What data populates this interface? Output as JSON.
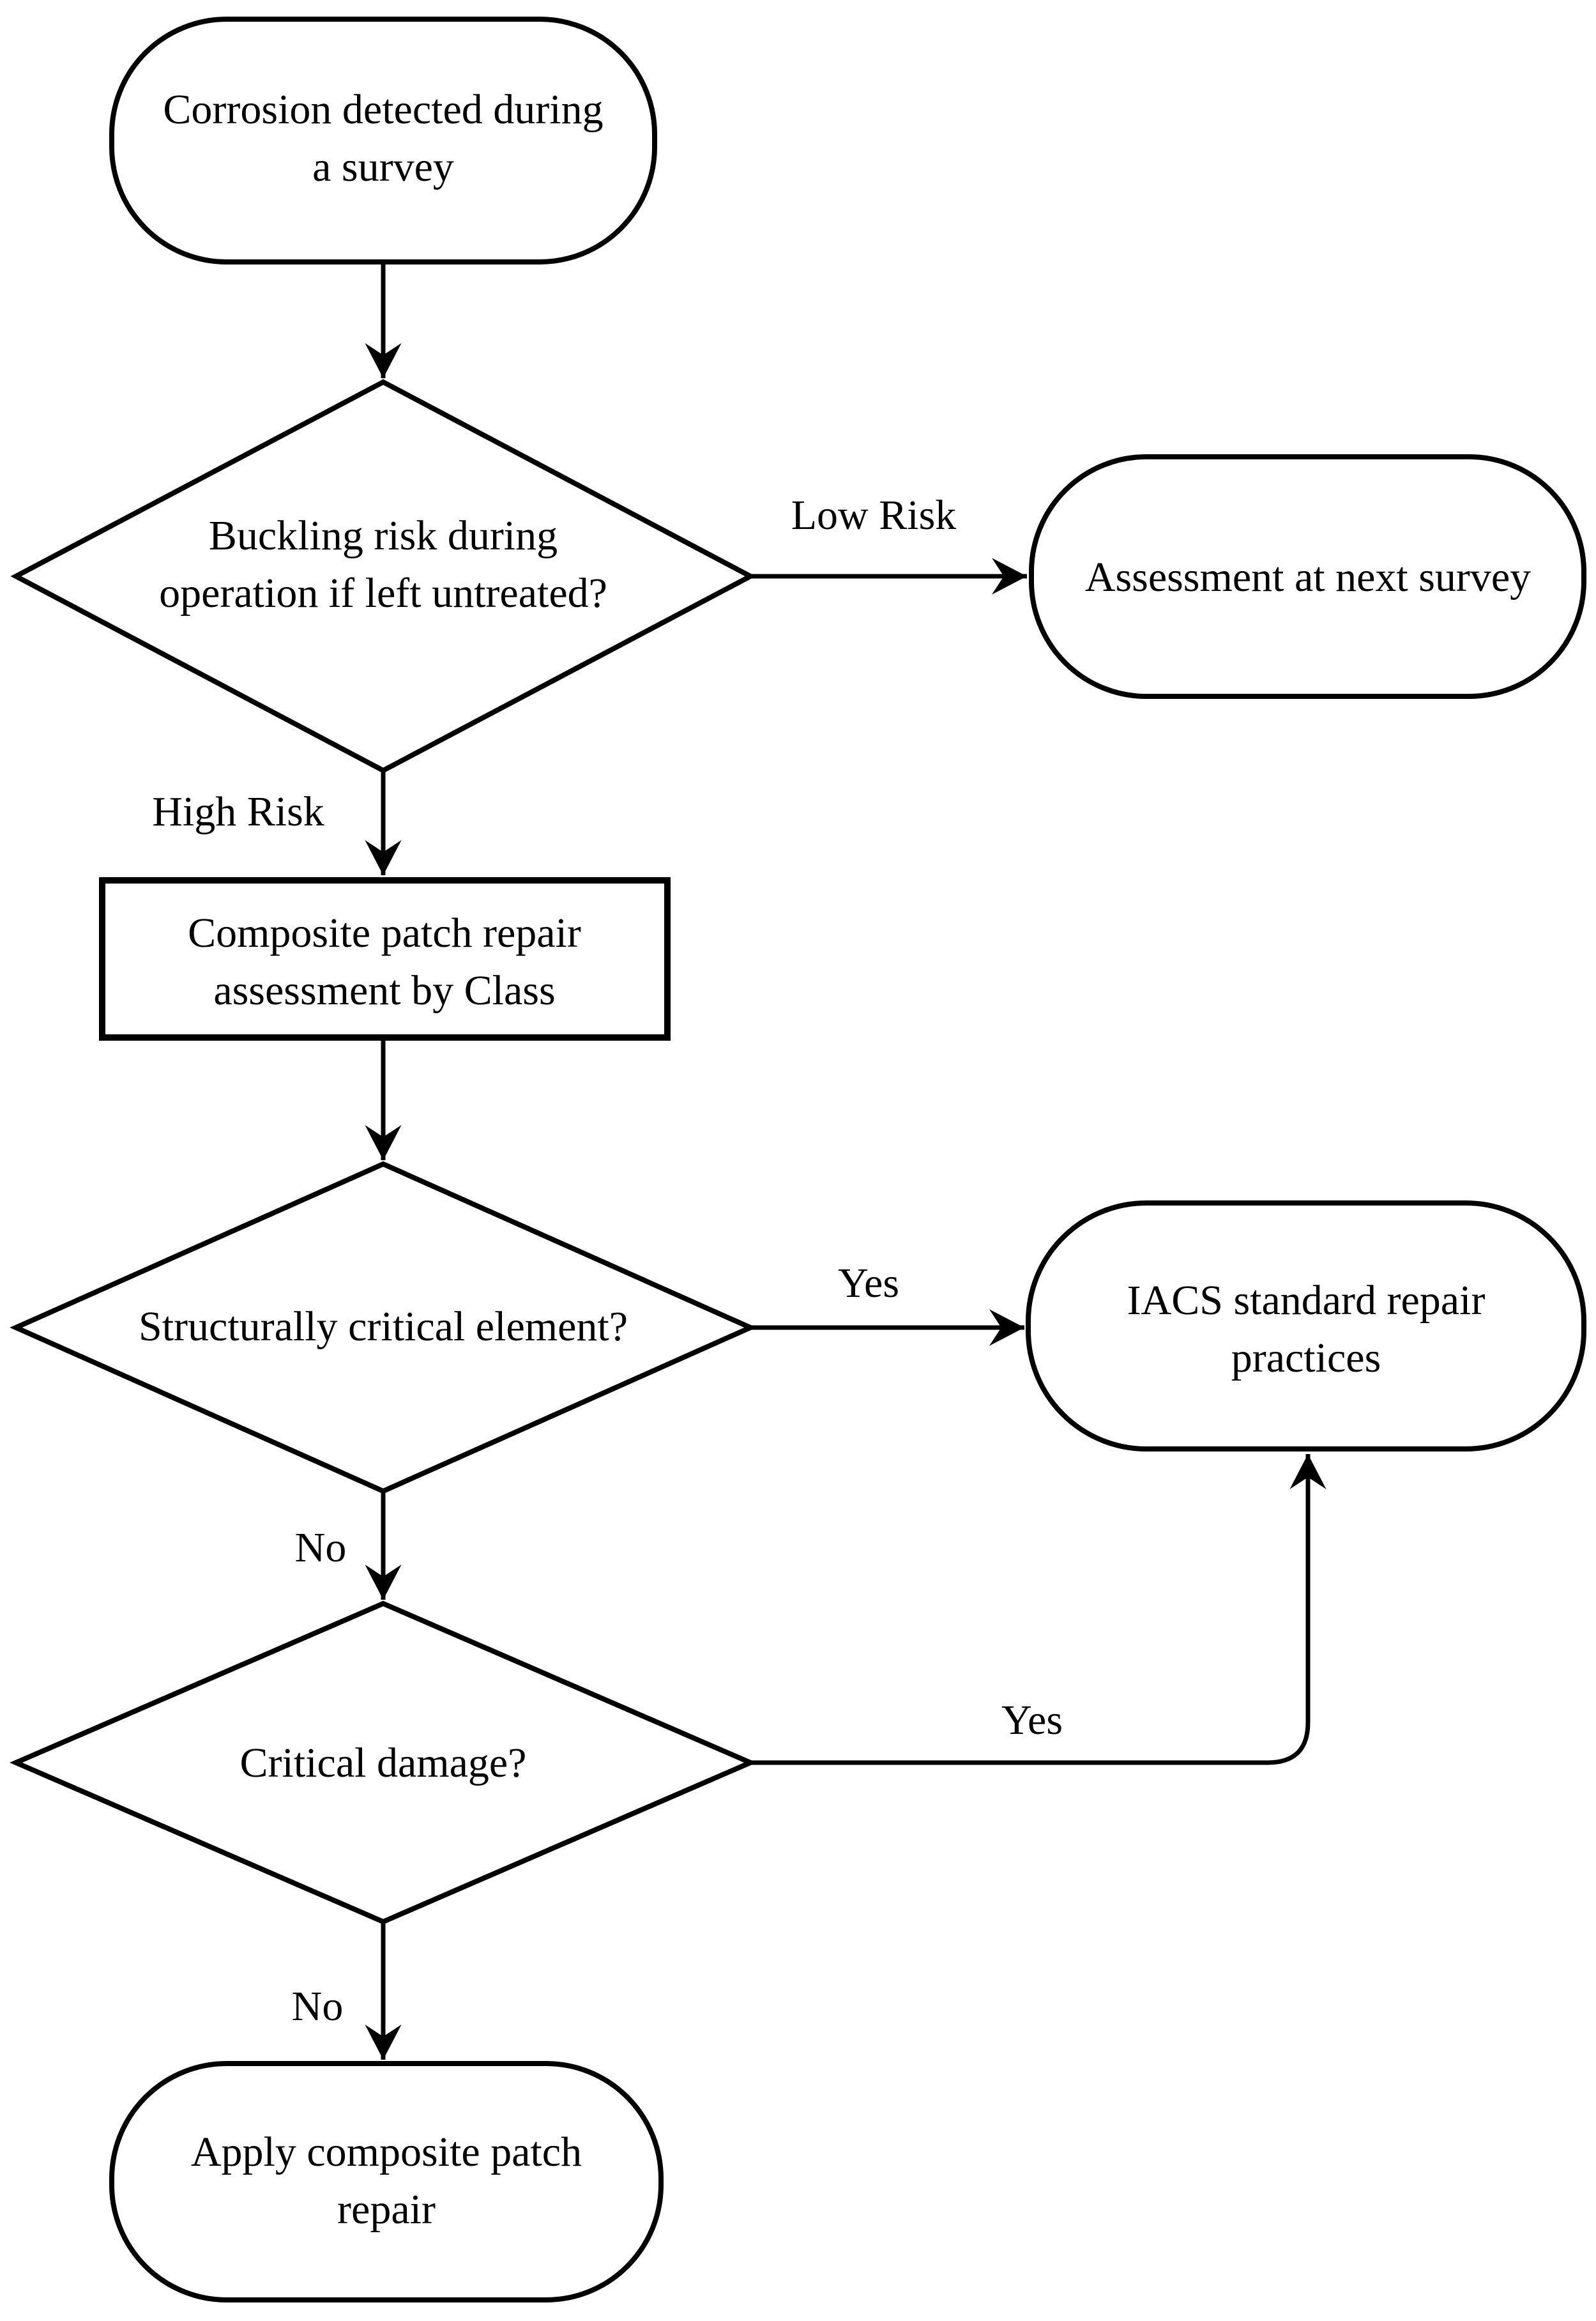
{
  "figure": {
    "kind": "flowchart",
    "description": "Decision flow for composite patch repair of corrosion damage"
  },
  "colors": {
    "stroke": "#000000",
    "text": "#000000",
    "background": "#ffffff"
  },
  "nodes": {
    "start": {
      "shape": "terminator",
      "lines": [
        "Corrosion detected during",
        "a survey"
      ]
    },
    "buckling": {
      "shape": "decision",
      "lines": [
        "Buckling risk during",
        "operation if left untreated?"
      ]
    },
    "next_survey": {
      "shape": "terminator",
      "lines": [
        "Assessment at next survey"
      ]
    },
    "class_assessment": {
      "shape": "process",
      "lines": [
        "Composite patch repair",
        "assessment by Class"
      ]
    },
    "structural": {
      "shape": "decision",
      "lines": [
        "Structurally critical element?"
      ]
    },
    "iacs": {
      "shape": "terminator",
      "lines": [
        "IACS standard repair",
        "practices"
      ]
    },
    "critical": {
      "shape": "decision",
      "lines": [
        "Critical damage?"
      ]
    },
    "apply_patch": {
      "shape": "terminator",
      "lines": [
        "Apply composite patch",
        "repair"
      ]
    }
  },
  "edge_labels": {
    "low_risk": "Low Risk",
    "high_risk": "High Risk",
    "structural_yes": "Yes",
    "structural_no": "No",
    "critical_yes": "Yes",
    "critical_no": "No"
  }
}
